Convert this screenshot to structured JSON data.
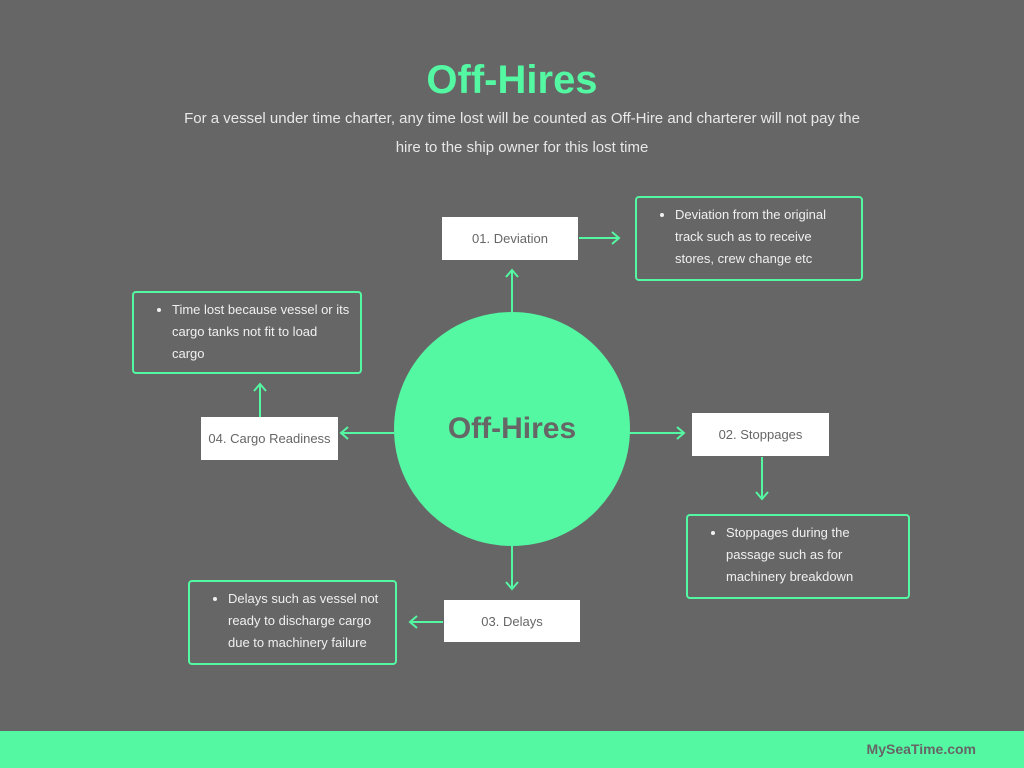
{
  "title": "Off-Hires",
  "subtitle": "For a vessel under time charter, any time lost will be counted as Off-Hire and charterer will not pay the hire to the ship owner for this lost time",
  "center": "Off-Hires",
  "items": [
    {
      "label": "01. Deviation",
      "desc": "Deviation from the original track such as to receive stores, crew change etc"
    },
    {
      "label": "02. Stoppages",
      "desc": "Stoppages during the passage such as for machinery breakdown"
    },
    {
      "label": "03. Delays",
      "desc": "Delays such as  vessel not ready to discharge cargo due to machinery failure"
    },
    {
      "label": "04. Cargo Readiness",
      "desc": "Time lost because vessel or its cargo tanks not fit to load cargo"
    }
  ],
  "footer": {
    "brand": "MySeaTime.com"
  },
  "colors": {
    "background": "#666666",
    "accent": "#54f7a2"
  }
}
